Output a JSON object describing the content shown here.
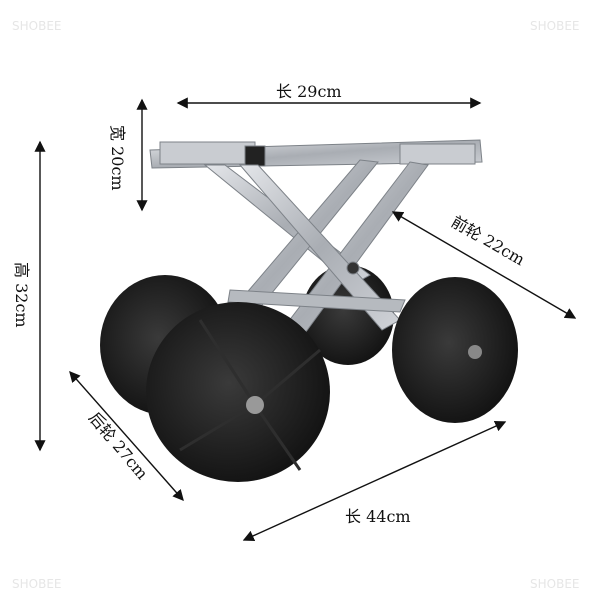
{
  "labels": {
    "top_length": "长 29cm",
    "width": "宽 20cm",
    "height": "高 32cm",
    "front_wheel": "前轮 22cm",
    "rear_wheel": "后轮 27cm",
    "bottom_length": "长 44cm"
  },
  "watermark": "SHOBEE",
  "colors": {
    "frame": "#b8bcc2",
    "wheel": "#1a1a1a",
    "arrow": "#111111"
  }
}
